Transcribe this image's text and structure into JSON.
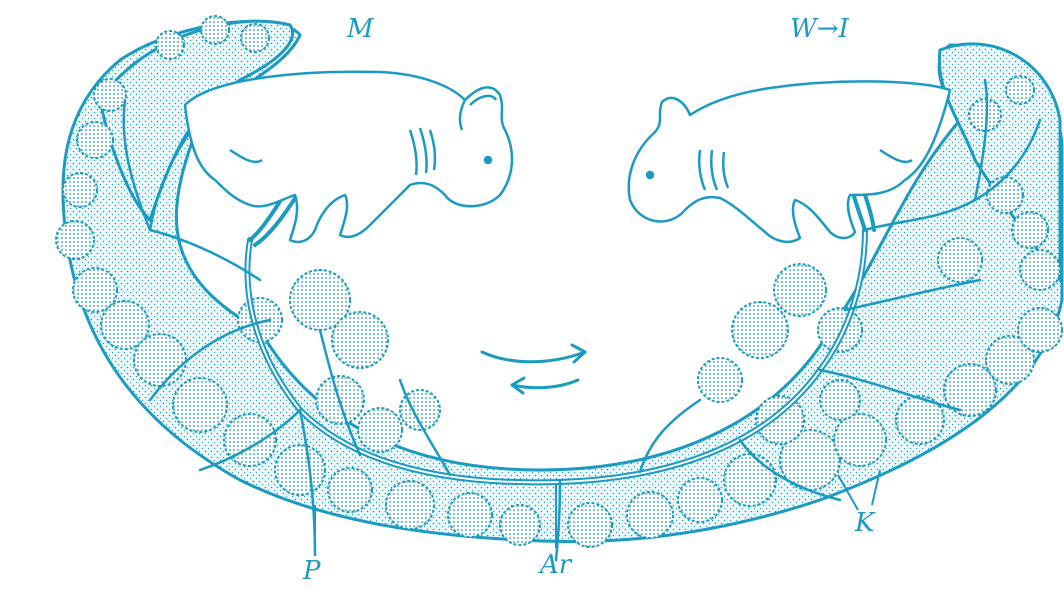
{
  "colors": {
    "ink": "#1b9bc2",
    "fill": "#e9f6fa",
    "paper": "#ffffff"
  },
  "labels": {
    "left_twin": "M",
    "right_twin": "W→I",
    "left_umbilical": "P",
    "anastomosis": "Ar",
    "cotyledon": "K"
  }
}
